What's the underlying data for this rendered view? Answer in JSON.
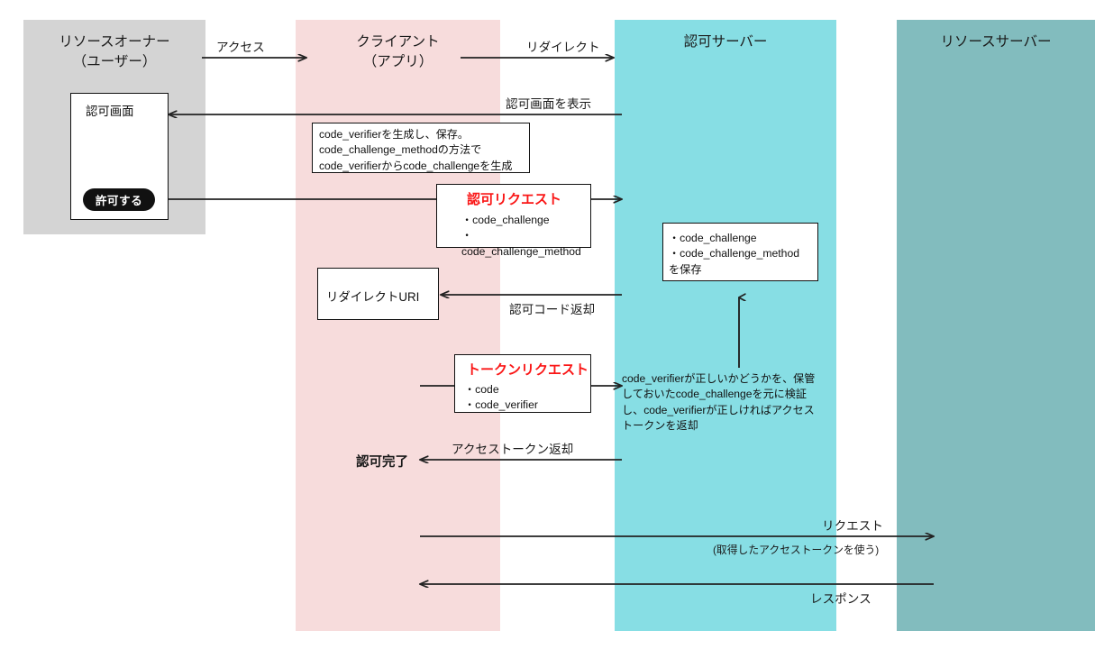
{
  "diagram": {
    "title_text": "OAuth 2.0 PKCE authorization code flow sequence diagram",
    "colors": {
      "resource_owner_band": "#d4d4d4",
      "client_band": "#f7dcdc",
      "auth_server_band": "#87dee4",
      "resource_server_band": "#82bcbe",
      "accent_red": "#fa1616",
      "line": "#222222",
      "background": "#ffffff"
    }
  },
  "lanes": [
    {
      "id": "resource-owner",
      "label": "リソースオーナー\n（ユーザー）"
    },
    {
      "id": "client",
      "label": "クライアント\n（アプリ）"
    },
    {
      "id": "auth-server",
      "label": "認可サーバー"
    },
    {
      "id": "resource-server",
      "label": "リソースサーバー"
    }
  ],
  "arrows": [
    {
      "id": "access",
      "label": "アクセス"
    },
    {
      "id": "redirect",
      "label": "リダイレクト"
    },
    {
      "id": "show-auth-screen",
      "label": "認可画面を表示"
    },
    {
      "id": "auth-code-return",
      "label": "認可コード返却"
    },
    {
      "id": "access-token-return",
      "label": "アクセストークン返却"
    },
    {
      "id": "request",
      "label": "リクエスト"
    },
    {
      "id": "request-sub",
      "label": "(取得したアクセストークンを使う)"
    },
    {
      "id": "response",
      "label": "レスポンス"
    }
  ],
  "boxes": {
    "auth_screen": {
      "title": "認可画面",
      "button_label": "許可する"
    },
    "pkce_note": {
      "text": "code_verifierを生成し、保存。\ncode_challenge_methodの方法で\ncode_verifierからcode_challengeを生成"
    },
    "auth_request": {
      "heading": "認可リクエスト",
      "items": "・code_challenge\n・code_challenge_method"
    },
    "server_store": {
      "text": "・code_challenge\n・code_challenge_method\nを保存"
    },
    "redirect_uri": {
      "label": "リダイレクトURI"
    },
    "token_request": {
      "heading": "トークンリクエスト",
      "items": "・code\n・code_verifier"
    },
    "verify_note": {
      "text": "code_verifierが正しいかどうかを、保管\nしておいたcode_challengeを元に検証\nし、code_verifierが正しければアクセス\nトークンを返却"
    }
  },
  "labels": {
    "auth_complete": "認可完了"
  }
}
